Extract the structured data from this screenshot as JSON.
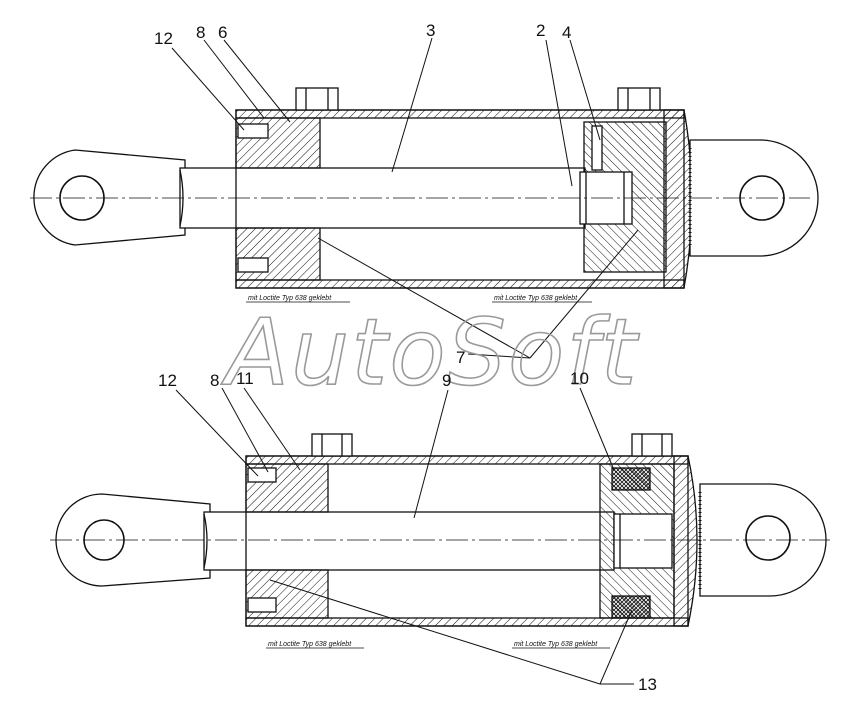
{
  "watermark": "AutoSoft",
  "top_cylinder": {
    "callouts": [
      "12",
      "8",
      "6",
      "3",
      "2",
      "4",
      "7"
    ],
    "notes": [
      "mit Loctite Typ 638 geklebt",
      "mit Loctite Typ 638 geklebt"
    ]
  },
  "bottom_cylinder": {
    "callouts": [
      "12",
      "8",
      "11",
      "9",
      "10",
      "13"
    ],
    "notes": [
      "mit Loctite Typ 638 geklebt",
      "mit Loctite Typ 638 geklebt"
    ]
  },
  "colors": {
    "line": "#111111",
    "watermark": "#9a9a9a"
  }
}
